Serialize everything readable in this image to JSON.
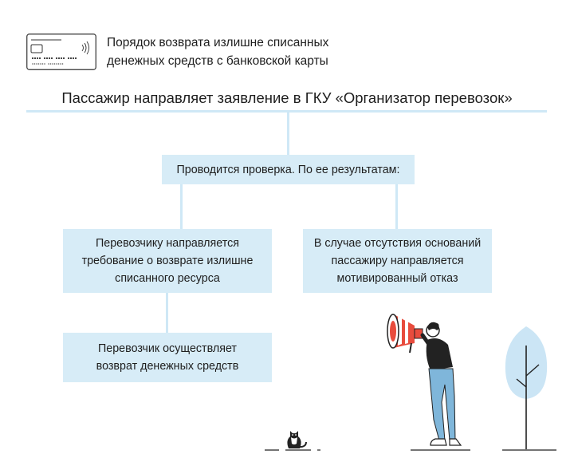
{
  "header": {
    "title_lines": [
      "Порядок возврата излишне списанных",
      "денежных средств с банковской карты"
    ]
  },
  "main_title": "Пассажир направляет заявление в ГКУ «Организатор перевозок»",
  "boxes": {
    "check": "Проводится проверка. По ее результатам:",
    "carrier_request": [
      "Перевозчику направляется",
      "требование о возврате излишне",
      "списанного ресурса"
    ],
    "refusal": [
      "В случае отсутствия оснований",
      "пассажиру направляется",
      "мотивированный отказ"
    ],
    "refund": [
      "Перевозчик осуществляет",
      "возврат денежных средств"
    ]
  },
  "icons": {
    "card": "bank-card-icon",
    "illustration": "person-with-megaphone-icon",
    "cat": "cat-icon",
    "tree": "tree-icon"
  },
  "colors": {
    "box_fill": "#d7ecf7",
    "connector": "#cfe8f6",
    "megaphone_red": "#e84c3d",
    "jeans": "#7fb6da",
    "tree": "#cbe5f5"
  }
}
